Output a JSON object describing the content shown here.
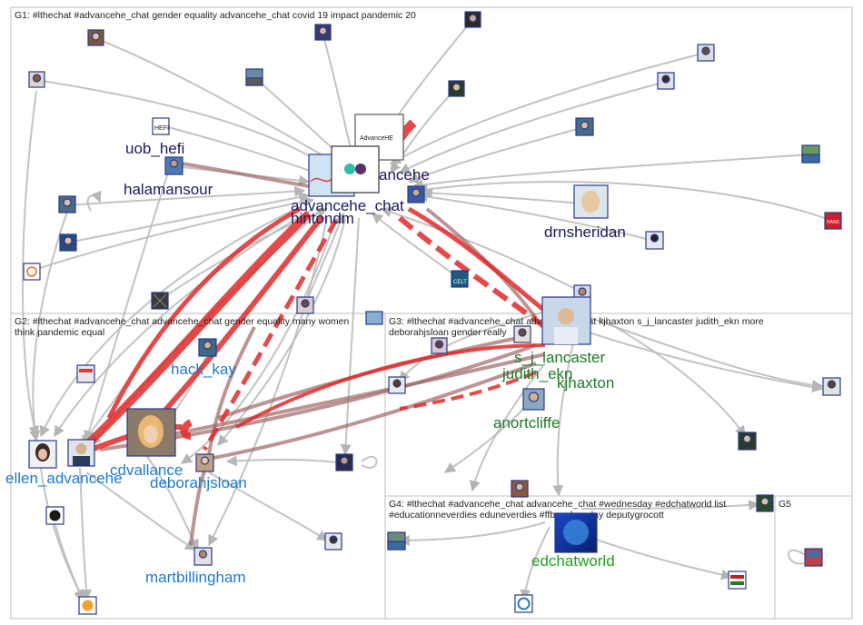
{
  "groups": [
    {
      "id": "G1",
      "lines": [
        "G1: #lthechat #advancehe_chat gender equality advancehe_chat covid 19 impact pandemic 20"
      ]
    },
    {
      "id": "G2",
      "lines": [
        "G2: #lthechat #advancehe_chat advancehe_chat gender equality many women",
        "think pandemic equal"
      ]
    },
    {
      "id": "G3",
      "lines": [
        "G3: #lthechat #advancehe_chat advancehe_chat kjhaxton s_j_lancaster judith_ekn more",
        "deborahjsloan gender really"
      ]
    },
    {
      "id": "G4",
      "lines": [
        "G4: #lthechat #advancehe_chat advancehe_chat #wednesday #edchatworld list",
        "#educationneverdies eduneverdies #ffbwednesday deputygrocott"
      ]
    },
    {
      "id": "G5",
      "lines": [
        "G5"
      ]
    }
  ],
  "labels": [
    {
      "key": "uob_hefi",
      "text": "uob_hefi",
      "color": "#1a1a5e"
    },
    {
      "key": "halamansour",
      "text": "halamansour",
      "color": "#1a1a5e"
    },
    {
      "key": "advancehe",
      "text": "ancehe",
      "color": "#1a1a5e"
    },
    {
      "key": "advancehe_chat",
      "text": "advancehe_chat",
      "color": "#1a1a5e"
    },
    {
      "key": "hintondm",
      "text": "hintondm",
      "color": "#1a1a5e"
    },
    {
      "key": "drnsheridan",
      "text": "drnsheridan",
      "color": "#1a1a5e"
    },
    {
      "key": "hack_kay",
      "text": "hack_kay",
      "color": "#1f7acc"
    },
    {
      "key": "cdvallance",
      "text": "cdvallance",
      "color": "#1f7acc"
    },
    {
      "key": "ellen_advancehe",
      "text": "ellen_advancehe",
      "color": "#1f7acc"
    },
    {
      "key": "deborahjsloan",
      "text": "deborahjsloan",
      "color": "#1f7acc"
    },
    {
      "key": "martbillingham",
      "text": "martbillingham",
      "color": "#1f7acc"
    },
    {
      "key": "s_j_lancaster",
      "text": "s_j_lancaster",
      "color": "#1e7a2a"
    },
    {
      "key": "judith_ekn",
      "text": "judith_ekn",
      "color": "#1e7a2a"
    },
    {
      "key": "kjhaxton",
      "text": "kjhaxton",
      "color": "#1e7a2a"
    },
    {
      "key": "anortcliffe",
      "text": "anortcliffe",
      "color": "#1e7a2a"
    },
    {
      "key": "edchatworld",
      "text": "edchatworld",
      "color": "#22a022"
    }
  ],
  "colors": {
    "edge_gray": "#b8b8b8",
    "edge_red": "#e02a2a",
    "edge_dark": "#a07070",
    "panel_border": "#bdbdbd"
  }
}
